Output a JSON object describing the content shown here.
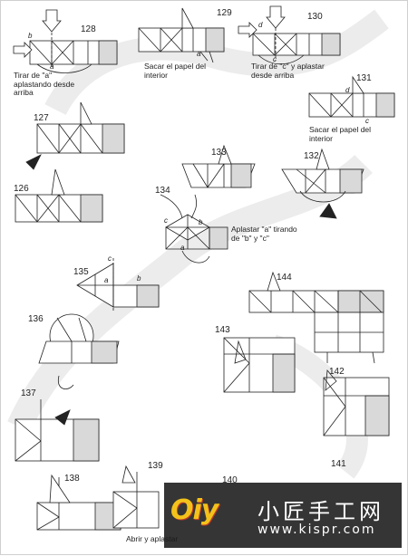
{
  "steps": [
    "128",
    "129",
    "130",
    "131",
    "127",
    "133",
    "132",
    "126",
    "134",
    "135",
    "136",
    "144",
    "143",
    "142",
    "137",
    "138",
    "139",
    "140",
    "141"
  ],
  "captions": {
    "c128": "Tirar de \"a\" aplastando desde arriba",
    "c129": "Sacar el papel del interior",
    "c130": "Tirar de \"c\" y aplastar desde arriba",
    "c131": "Sacar el papel del interior",
    "c134": "Aplastar \"a\" tirando de \"b\" y \"c\"",
    "c139": "Abrir y aplastar"
  },
  "letters": {
    "a": "a",
    "b": "b",
    "c": "c",
    "d": "d"
  },
  "watermark": {
    "logo": "Oiy",
    "brand": "小匠手工网",
    "url": "www.kispr.com"
  }
}
